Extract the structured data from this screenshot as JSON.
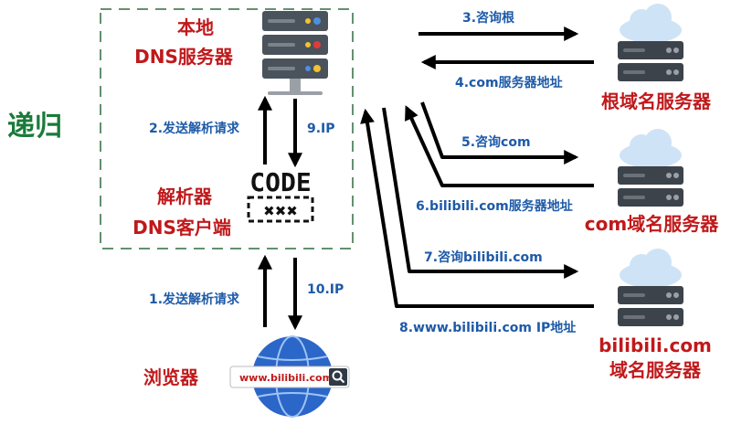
{
  "title_recursive": "递归",
  "local_dns": {
    "line1": "本地",
    "line2": "DNS服务器"
  },
  "resolver": {
    "line1": "解析器",
    "line2": "DNS客户端",
    "code_label": "CODE",
    "code_mask": "✖✖✖"
  },
  "browser": {
    "label": "浏览器",
    "url": "www.bilibili.com",
    "search_icon": "search-icon"
  },
  "root_server": {
    "label": "根域名服务器"
  },
  "com_server": {
    "label": "com域名服务器"
  },
  "bili_server": {
    "line1": "bilibili.com",
    "line2": "域名服务器"
  },
  "steps": {
    "s1": "1.发送解析请求",
    "s2": "2.发送解析请求",
    "s3": "3.咨询根",
    "s4": "4.com服务器地址",
    "s5": "5.咨询com",
    "s6": "6.bilibili.com服务器地址",
    "s7": "7.咨询bilibili.com",
    "s8": "8.www.bilibili.com IP地址",
    "s9": "9.IP",
    "s10": "10.IP"
  },
  "colors": {
    "red": "#c0191b",
    "blue": "#1d5aa8",
    "green": "#1a7a3a",
    "dashed_box": "#2e6b3e",
    "arrow": "#000000",
    "cloud": "#cfe3f6",
    "server": "#3d434b"
  }
}
